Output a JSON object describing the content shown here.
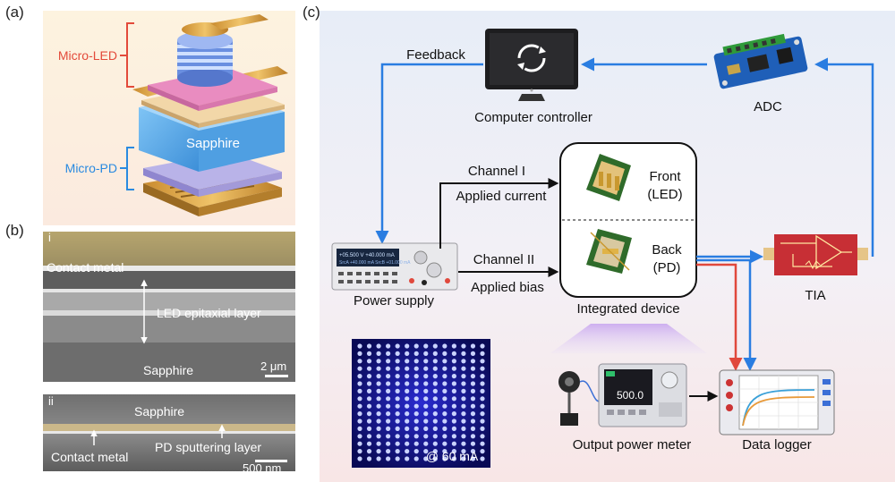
{
  "panels": {
    "a": {
      "letter": "(a)",
      "labels": {
        "micro_led": "Micro-LED",
        "sapphire": "Sapphire",
        "micro_pd": "Micro-PD"
      }
    },
    "b": {
      "letter": "(b)",
      "sub_i": {
        "tag": "i",
        "contact_metal": "Contact metal",
        "led_epi": "LED epitaxial layer",
        "sapphire": "Sapphire",
        "scale": "2 μm"
      },
      "sub_ii": {
        "tag": "ii",
        "sapphire": "Sapphire",
        "contact_metal": "Contact metal",
        "pd_layer": "PD sputtering layer",
        "scale": "500 nm"
      }
    },
    "c": {
      "letter": "(c)",
      "feedback": "Feedback",
      "computer_controller": "Computer controller",
      "adc": "ADC",
      "channel_1": "Channel I",
      "applied_current": "Applied current",
      "channel_2": "Channel II",
      "applied_bias": "Applied bias",
      "front": "Front",
      "front_sub": "(LED)",
      "back": "Back",
      "back_sub": "(PD)",
      "power_supply": "Power supply",
      "integrated_device": "Integrated device",
      "tia": "TIA",
      "led_array_caption": "@ 60 mA",
      "output_power_meter": "Output power meter",
      "meter_reading": "500.0",
      "data_logger": "Data logger"
    }
  },
  "colors": {
    "blue_arrow": "#2a7de1",
    "red_arrow": "#e0483c",
    "led_label": "#e34a3a",
    "pd_label": "#2a8ae0"
  },
  "led_array": {
    "rows": 16,
    "cols": 14
  }
}
